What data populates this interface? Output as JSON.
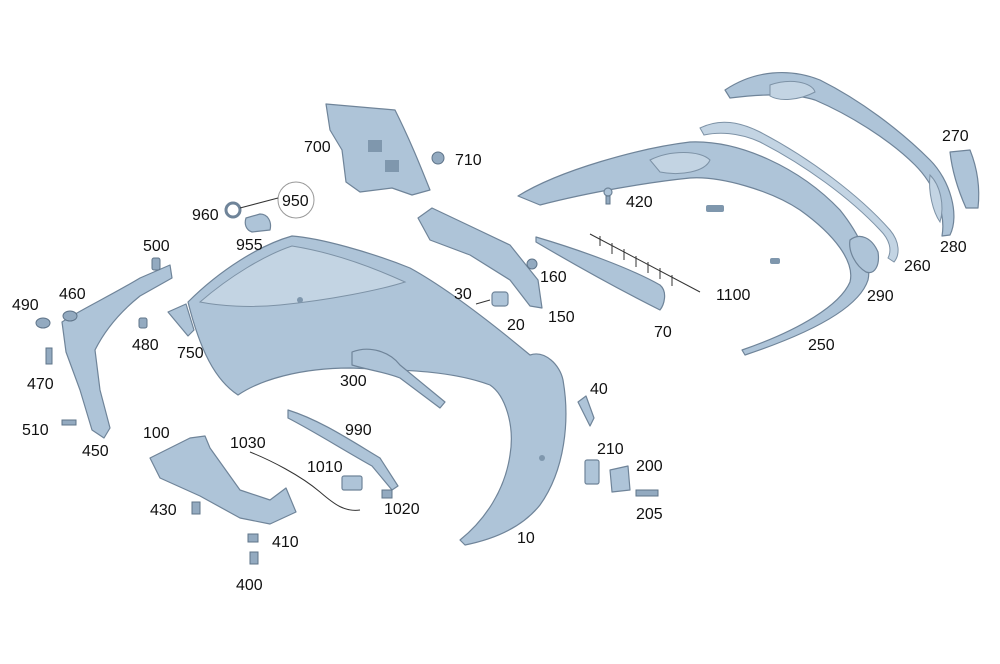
{
  "callouts": {
    "c700": "700",
    "c710": "710",
    "c960": "960",
    "c950": "950",
    "c955": "955",
    "c500": "500",
    "c460": "460",
    "c490": "490",
    "c480": "480",
    "c470": "470",
    "c510": "510",
    "c450": "450",
    "c750": "750",
    "c30": "30",
    "c20": "20",
    "c160": "160",
    "c150": "150",
    "c420": "420",
    "c1100": "1100",
    "c70": "70",
    "c250": "250",
    "c270": "270",
    "c280": "280",
    "c260": "260",
    "c290": "290",
    "c300": "300",
    "c40": "40",
    "c990": "990",
    "c100": "100",
    "c1030": "1030",
    "c1010": "1010",
    "c210": "210",
    "c200": "200",
    "c205": "205",
    "c430": "430",
    "c1020": "1020",
    "c410": "410",
    "c10": "10",
    "c400": "400"
  },
  "colors": {
    "part_fill": "#aec4d8",
    "part_stroke": "#6f8499",
    "background": "#ffffff"
  }
}
